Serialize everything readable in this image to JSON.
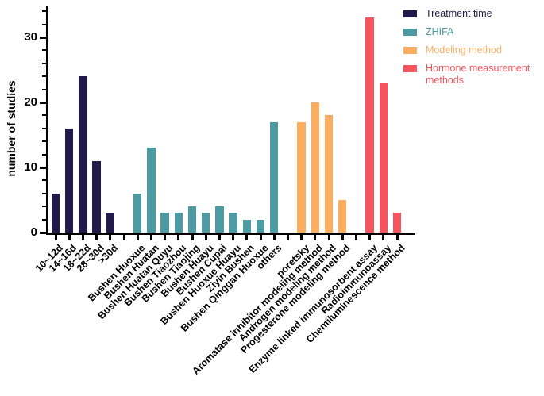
{
  "chart_data": {
    "type": "bar",
    "title": "",
    "ylabel": "number of studies",
    "xlabel": "",
    "ylim": [
      0,
      35
    ],
    "yticks": [
      0,
      10,
      20,
      30
    ],
    "ytick_minor_step": 2,
    "ytick_minor_max": 34,
    "grid": false,
    "legend_position": "top-right",
    "axis_color": "#000000",
    "series": [
      {
        "name": "Treatment time",
        "color": "#221a4a",
        "categories": [
          "10~12d",
          "14~16d",
          "18~22d",
          "28~30d",
          ">30d"
        ],
        "values": [
          6,
          16,
          24,
          11,
          3
        ]
      },
      {
        "name": "ZHIFA",
        "color": "#4d9aa3",
        "categories": [
          "Bushen Huoxue",
          "Bushen Huatan",
          "Bushen Huatan Quyu",
          "Bushen Tiaozhou",
          "Bushen Tiaojing",
          "Bushen Huayu",
          "Bushen Cupai",
          "Bushen Huoxue Huayu",
          "Ziyin Bushen",
          "Bushen Qinggan Huoxue",
          "others"
        ],
        "values": [
          6,
          13,
          3,
          3,
          4,
          3,
          4,
          3,
          2,
          2,
          17
        ]
      },
      {
        "name": "Modeling method",
        "color": "#fbae60",
        "categories": [
          "poretsky",
          "Aromatase inhibitor modeling method",
          "Androgen modeling method",
          "Progesterone modeling method"
        ],
        "values": [
          17,
          20,
          18,
          5
        ]
      },
      {
        "name": "Hormone measurement methods",
        "color": "#f7555e",
        "categories": [
          "Enzyme linked immunosorbent assay",
          "Radioimmunoassay",
          "Chemiluminescence method"
        ],
        "values": [
          33,
          23,
          3
        ]
      }
    ]
  }
}
